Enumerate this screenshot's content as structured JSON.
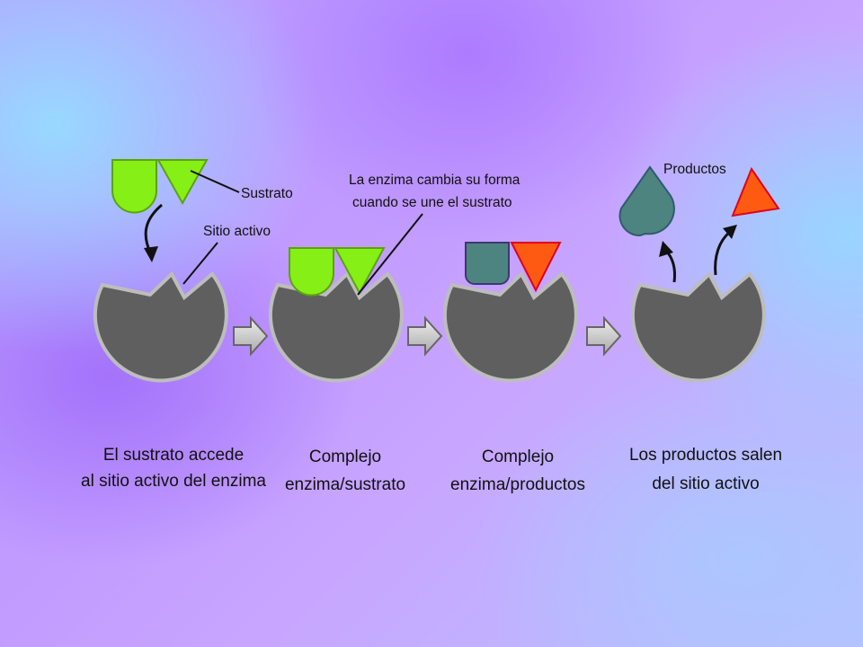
{
  "labels": {
    "sustrato": "Sustrato",
    "sitio_activo": "Sitio activo",
    "cambia_line1": "La enzima cambia su forma",
    "cambia_line2": "cuando se une el sustrato",
    "productos": "Productos"
  },
  "steps": [
    {
      "line1": "El sustrato accede",
      "line2": "al sitio activo del enzima"
    },
    {
      "line1": "Complejo",
      "line2": "enzima/sustrato"
    },
    {
      "line1": "Complejo",
      "line2": "enzima/productos"
    },
    {
      "line1": "Los productos salen",
      "line2": "del sitio activo"
    }
  ],
  "colors": {
    "enzyme": "#5f5f5f",
    "enzyme_outline": "#b9b9b9",
    "substrate": "#86ef16",
    "product_teal": "#4d8480",
    "product_red": "#ff5a12"
  }
}
